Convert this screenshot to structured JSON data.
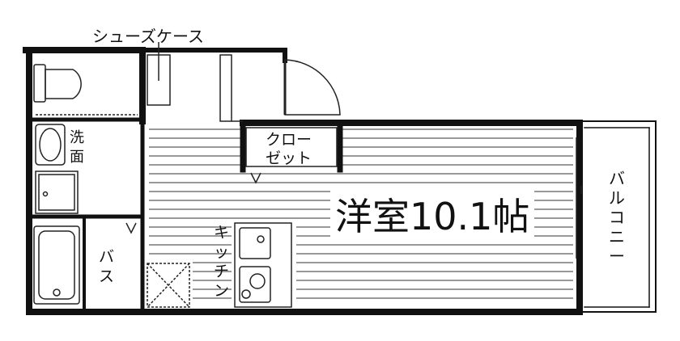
{
  "floor_plan": {
    "labels": {
      "shoe_case": "シューズケース",
      "closet_line1": "クロー",
      "closet_line2": "ゼット",
      "washroom_line1": "洗",
      "washroom_line2": "面",
      "main_room": "洋室10.1帖",
      "balcony_chars": [
        "バ",
        "ル",
        "コ",
        "ニ",
        "ー"
      ],
      "kitchen_chars": [
        "キ",
        "ッ",
        "チ",
        "ン"
      ],
      "bath_chars": [
        "バ",
        "ス"
      ]
    }
  },
  "colors": {
    "wall": "#111111",
    "floor_lines": "#333333",
    "fixture": "#222222",
    "background": "#ffffff"
  }
}
